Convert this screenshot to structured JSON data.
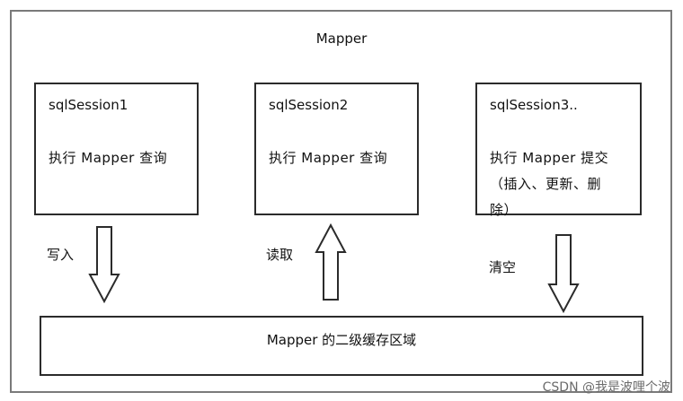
{
  "diagram": {
    "title": "Mapper",
    "sessions": [
      {
        "name": "sqlSession1",
        "desc": "执行 Mapper 查询"
      },
      {
        "name": "sqlSession2",
        "desc": "执行 Mapper 查询"
      },
      {
        "name": "sqlSession3..",
        "desc": "执行  Mapper  提交\n（插入、更新、删\n除）"
      }
    ],
    "arrows": [
      {
        "label": "写入",
        "direction": "down"
      },
      {
        "label": "读取",
        "direction": "up"
      },
      {
        "label": "清空",
        "direction": "down"
      }
    ],
    "cache_label": "Mapper 的二级缓存区域"
  },
  "watermark": "CSDN @我是波哩个波"
}
